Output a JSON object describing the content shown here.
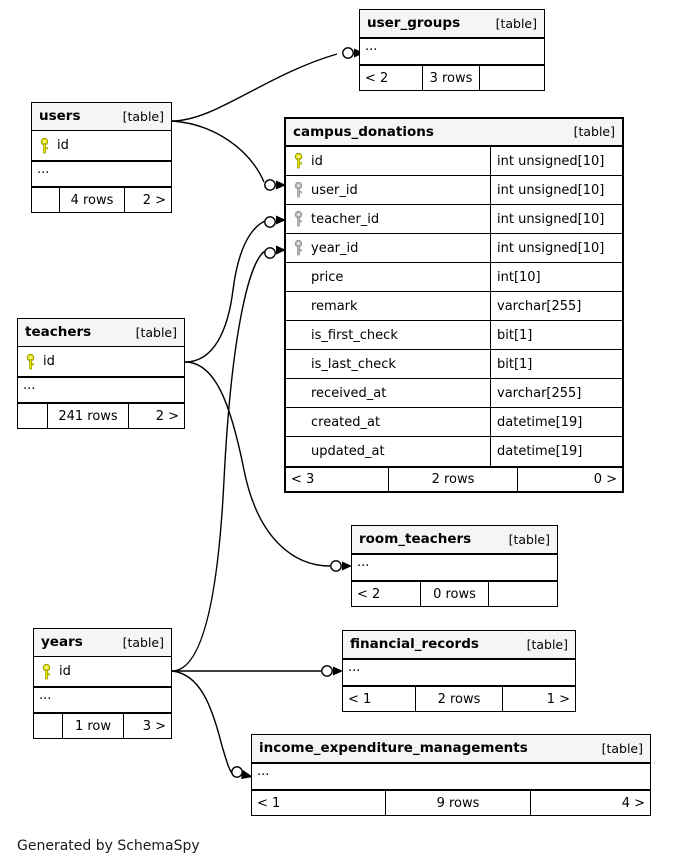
{
  "diagram": {
    "caption": "Generated by SchemaSpy",
    "table_tag": "[table]",
    "ellipsis": "...",
    "colors": {
      "primary_key": "#e8e800",
      "foreign_key": "#b0b0b0",
      "header_bg": "#f5f5f5",
      "border": "#000000",
      "background": "#ffffff"
    }
  },
  "tables": [
    {
      "id": "user_groups",
      "name": "user_groups",
      "tag": "[table]",
      "columns": [],
      "has_ellipsis": true,
      "ellipsis": "...",
      "footer": {
        "left": "< 2",
        "center": "3 rows",
        "right": ""
      }
    },
    {
      "id": "users",
      "name": "users",
      "tag": "[table]",
      "columns": [
        {
          "name": "id",
          "type": "",
          "key": "primary"
        }
      ],
      "has_ellipsis": true,
      "ellipsis": "...",
      "footer": {
        "left": "",
        "center": "4 rows",
        "right": "2 >"
      }
    },
    {
      "id": "campus_donations",
      "name": "campus_donations",
      "tag": "[table]",
      "columns": [
        {
          "name": "id",
          "type": "int unsigned[10]",
          "key": "primary"
        },
        {
          "name": "user_id",
          "type": "int unsigned[10]",
          "key": "foreign"
        },
        {
          "name": "teacher_id",
          "type": "int unsigned[10]",
          "key": "foreign"
        },
        {
          "name": "year_id",
          "type": "int unsigned[10]",
          "key": "foreign"
        },
        {
          "name": "price",
          "type": "int[10]",
          "key": "none"
        },
        {
          "name": "remark",
          "type": "varchar[255]",
          "key": "none"
        },
        {
          "name": "is_first_check",
          "type": "bit[1]",
          "key": "none"
        },
        {
          "name": "is_last_check",
          "type": "bit[1]",
          "key": "none"
        },
        {
          "name": "received_at",
          "type": "varchar[255]",
          "key": "none"
        },
        {
          "name": "created_at",
          "type": "datetime[19]",
          "key": "none"
        },
        {
          "name": "updated_at",
          "type": "datetime[19]",
          "key": "none"
        }
      ],
      "has_ellipsis": false,
      "footer": {
        "left": "< 3",
        "center": "2 rows",
        "right": "0 >"
      }
    },
    {
      "id": "teachers",
      "name": "teachers",
      "tag": "[table]",
      "columns": [
        {
          "name": "id",
          "type": "",
          "key": "primary"
        }
      ],
      "has_ellipsis": true,
      "ellipsis": "...",
      "footer": {
        "left": "",
        "center": "241 rows",
        "right": "2 >"
      }
    },
    {
      "id": "room_teachers",
      "name": "room_teachers",
      "tag": "[table]",
      "columns": [],
      "has_ellipsis": true,
      "ellipsis": "...",
      "footer": {
        "left": "< 2",
        "center": "0 rows",
        "right": ""
      }
    },
    {
      "id": "years",
      "name": "years",
      "tag": "[table]",
      "columns": [
        {
          "name": "id",
          "type": "",
          "key": "primary"
        }
      ],
      "has_ellipsis": true,
      "ellipsis": "...",
      "footer": {
        "left": "",
        "center": "1 row",
        "right": "3 >"
      }
    },
    {
      "id": "financial_records",
      "name": "financial_records",
      "tag": "[table]",
      "columns": [],
      "has_ellipsis": true,
      "ellipsis": "...",
      "footer": {
        "left": "< 1",
        "center": "2 rows",
        "right": "1 >"
      }
    },
    {
      "id": "income_expenditure_managements",
      "name": "income_expenditure_managements",
      "tag": "[table]",
      "columns": [],
      "has_ellipsis": true,
      "ellipsis": "...",
      "footer": {
        "left": "< 1",
        "center": "9 rows",
        "right": "4 >"
      }
    }
  ],
  "relationships": [
    {
      "from": "users",
      "to": "user_groups"
    },
    {
      "from": "users",
      "to": "campus_donations.user_id"
    },
    {
      "from": "teachers",
      "to": "campus_donations.teacher_id"
    },
    {
      "from": "teachers",
      "to": "room_teachers"
    },
    {
      "from": "years",
      "to": "campus_donations.year_id"
    },
    {
      "from": "years",
      "to": "financial_records"
    },
    {
      "from": "years",
      "to": "income_expenditure_managements"
    }
  ]
}
